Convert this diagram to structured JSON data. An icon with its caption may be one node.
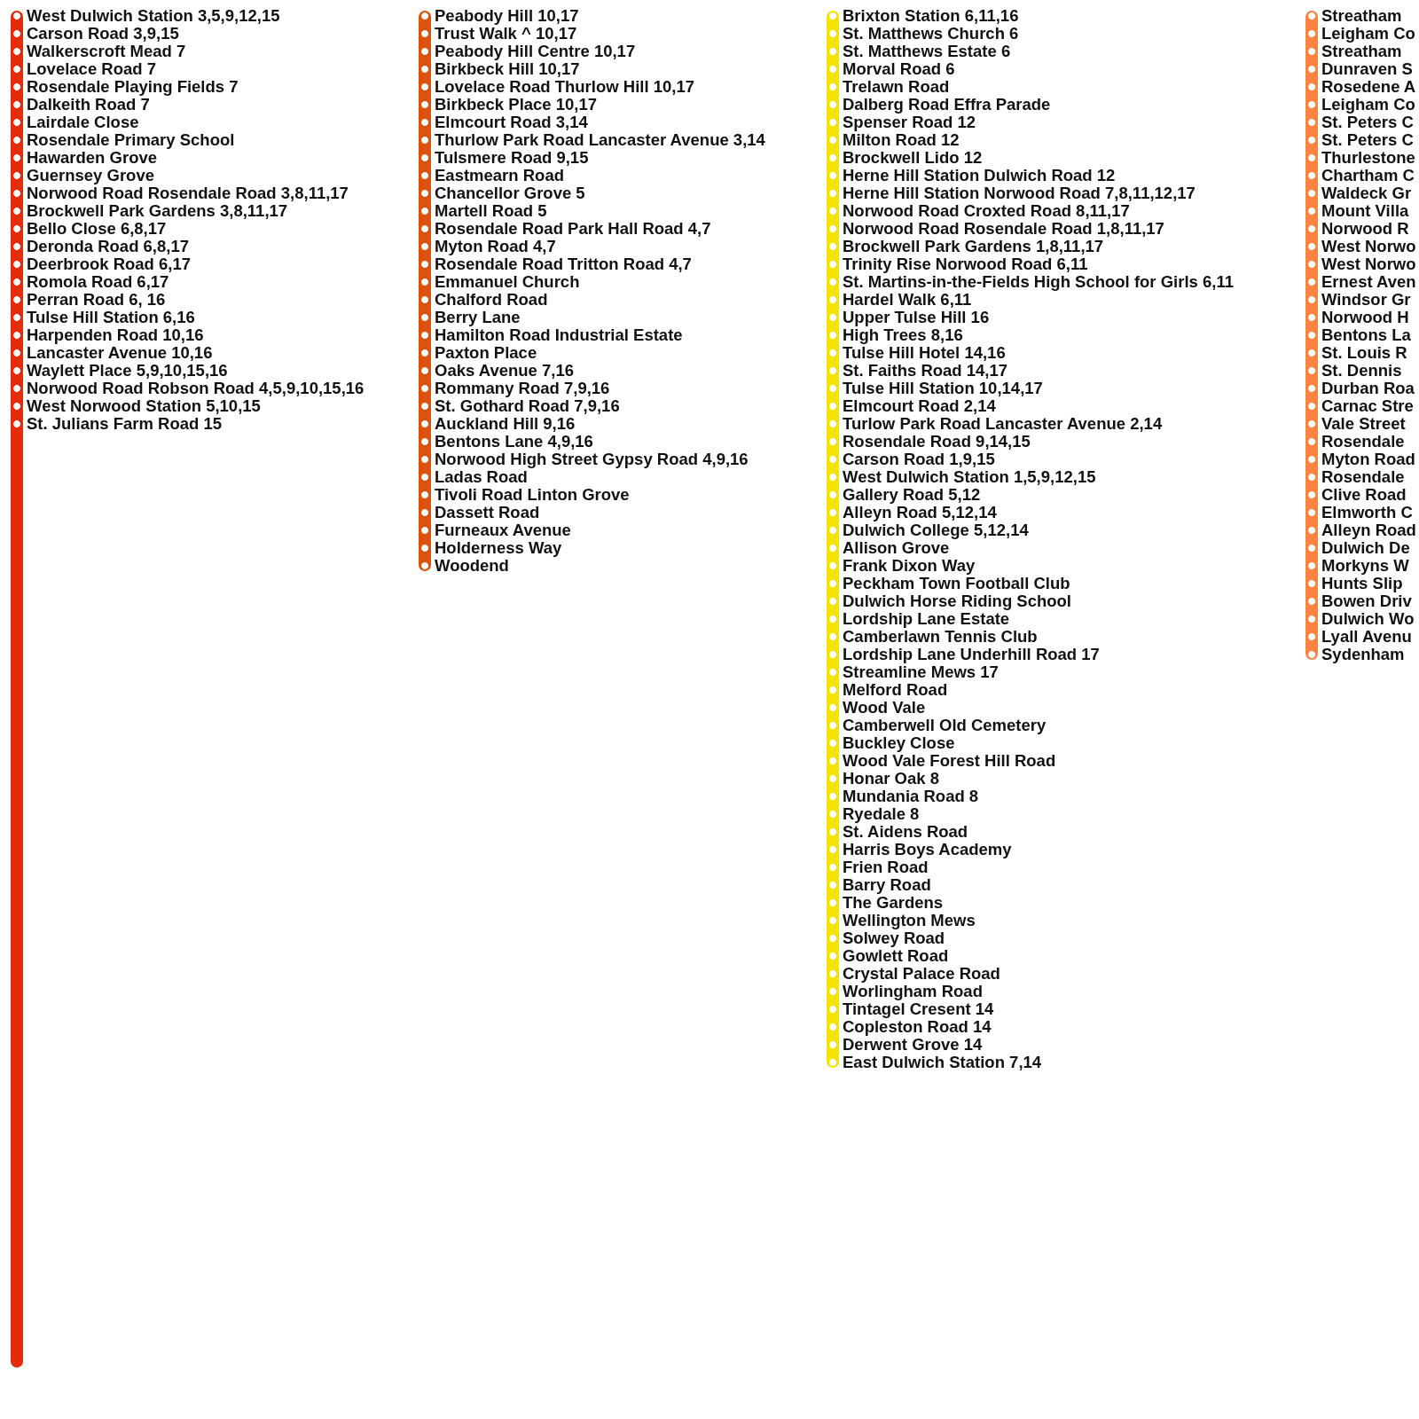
{
  "diagram": {
    "nodes": [
      {
        "text": [
          "West Dulwich Station 3,5,9,12,15"
        ]
      },
      {
        "text": [
          "Carson Road 3,9,15"
        ]
      },
      {
        "text": [
          "Walkerscroft Mead 7"
        ]
      },
      {
        "text": [
          "Lovelace Road 7"
        ]
      },
      {
        "text": [
          "Rosendale Playing Fields 7"
        ]
      },
      {
        "text": [
          "Dalkeith Road 7"
        ]
      },
      {
        "text": [
          "Lairdale Close"
        ]
      },
      {
        "text": [
          "Rosendale Primary School"
        ]
      },
      {
        "text": [
          "Hawarden Grove"
        ]
      },
      {
        "text": [
          "Guernsey Grove"
        ]
      },
      {
        "text": [
          "Norwood Road Rosendale Road 3,8,11,17"
        ]
      },
      {
        "text": [
          "Brockwell Park Gardens 3,8,11,17"
        ]
      },
      {
        "text": [
          "Bello Close 6,8,17"
        ]
      },
      {
        "text": [
          "Deronda Road 6,8,17"
        ]
      },
      {
        "text": [
          "Deerbrook Road 6,17"
        ]
      },
      {
        "text": [
          "Romola Road 6,17"
        ]
      },
      {
        "text": [
          "Perran Road 6, 16"
        ]
      },
      {
        "text": [
          "Tulse Hill Station 6,16"
        ]
      },
      {
        "text": [
          "Harpenden Road 10,16"
        ]
      },
      {
        "text": [
          "Lancaster Avenue 10,16"
        ]
      },
      {
        "text": [
          "Waylett Place 5,9,10,15,16"
        ]
      },
      {
        "text": [
          "Norwood Road Robson Road 4,5,9,10,15,16"
        ]
      },
      {
        "text": [
          "West Norwood Station 5,10,15"
        ]
      },
      {
        "text": [
          "St. Julians Farm Road 15"
        ]
      },
      {
        "text": [
          "Peabody Hill 10,17"
        ]
      },
      {
        "text": [
          "Trust Walk ^ 10,17"
        ]
      },
      {
        "text": [
          "Peabody Hill Centre 10,17"
        ]
      },
      {
        "text": [
          "Birkbeck Hill 10,17"
        ]
      },
      {
        "text": [
          "Lovelace Road Thurlow Hill 10,17"
        ]
      },
      {
        "text": [
          "Birkbeck Place 10,17"
        ]
      },
      {
        "text": [
          "Elmcourt Road 3,14"
        ]
      },
      {
        "text": [
          "Thurlow Park Road Lancaster Avenue 3,14"
        ]
      },
      {
        "text": [
          "Tulsmere Road 9,15"
        ]
      },
      {
        "text": [
          "Eastmearn Road"
        ]
      },
      {
        "text": [
          "Chancellor Grove 5"
        ]
      },
      {
        "text": [
          "Martell Road 5"
        ]
      },
      {
        "text": [
          "Rosendale Road Park Hall Road 4,7"
        ]
      },
      {
        "text": [
          "Myton Road 4,7"
        ]
      },
      {
        "text": [
          "Rosendale Road Tritton Road 4,7"
        ]
      },
      {
        "text": [
          "Emmanuel Church"
        ]
      },
      {
        "text": [
          "Chalford Road"
        ]
      },
      {
        "text": [
          "Berry Lane"
        ]
      },
      {
        "text": [
          "Hamilton Road Industrial Estate"
        ]
      },
      {
        "text": [
          "Paxton Place"
        ]
      },
      {
        "text": [
          "Oaks Avenue 7,16"
        ]
      },
      {
        "text": [
          "Rommany Road 7,9,16"
        ]
      },
      {
        "text": [
          "St. Gothard Road 7,9,16"
        ]
      },
      {
        "text": [
          "Auckland Hill 9,16"
        ]
      },
      {
        "text": [
          "Bentons Lane 4,9,16"
        ]
      },
      {
        "text": [
          "Norwood High Street Gypsy Road 4,9,16"
        ]
      },
      {
        "text": [
          "Ladas Road"
        ]
      },
      {
        "text": [
          "Tivoli Road Linton Grove"
        ]
      },
      {
        "text": [
          "Dassett Road"
        ]
      },
      {
        "text": [
          "Furneaux Avenue"
        ]
      },
      {
        "text": [
          "Holderness Way"
        ]
      },
      {
        "text": [
          "Woodend"
        ]
      },
      {
        "text": [
          "Brixton Station 6,11,16"
        ]
      },
      {
        "text": [
          "St. Matthews Church 6"
        ]
      },
      {
        "text": [
          "St. Matthews Estate 6"
        ]
      },
      {
        "text": [
          "Morval Road 6"
        ]
      },
      {
        "text": [
          "Trelawn Road"
        ]
      },
      {
        "text": [
          "Dalberg Road Effra Parade"
        ]
      },
      {
        "text": [
          "Spenser Road 12"
        ]
      },
      {
        "text": [
          "Milton Road 12"
        ]
      },
      {
        "text": [
          "Brockwell Lido 12"
        ]
      },
      {
        "text": [
          "Herne Hill Station Dulwich Road 12"
        ]
      },
      {
        "text": [
          "Herne Hill Station Norwood Road 7,8,11,12,17"
        ]
      },
      {
        "text": [
          "Norwood Road Croxted Road 8,11,17"
        ]
      },
      {
        "text": [
          "Norwood Road Rosendale Road 1,8,11,17"
        ]
      },
      {
        "text": [
          "Brockwell Park Gardens 1,8,11,17"
        ]
      },
      {
        "text": [
          "Trinity Rise Norwood Road 6,11"
        ]
      },
      {
        "text": [
          "St. Martins-in-the-Fields High School for Girls 6,11"
        ]
      },
      {
        "text": [
          "Hardel Walk 6,11"
        ]
      },
      {
        "text": [
          "Upper Tulse Hill 16"
        ]
      },
      {
        "text": [
          "High Trees 8,16"
        ]
      },
      {
        "text": [
          "Tulse Hill Hotel 14,16"
        ]
      },
      {
        "text": [
          "St. Faiths Road 14,17"
        ]
      },
      {
        "text": [
          "Tulse Hill Station 10,14,17"
        ]
      },
      {
        "text": [
          "Elmcourt Road 2,14"
        ]
      },
      {
        "text": [
          "Turlow Park Road Lancaster Avenue 2,14"
        ]
      },
      {
        "text": [
          "Rosendale Road 9,14,15"
        ]
      },
      {
        "text": [
          "Carson Road 1,9,15"
        ]
      },
      {
        "text": [
          "West Dulwich Station 1,5,9,12,15"
        ]
      },
      {
        "text": [
          "Gallery Road 5,12"
        ]
      },
      {
        "text": [
          "Alleyn Road 5,12,14"
        ]
      },
      {
        "text": [
          "Dulwich College 5,12,14"
        ]
      },
      {
        "text": [
          "Allison Grove"
        ]
      },
      {
        "text": [
          "Frank Dixon Way"
        ]
      },
      {
        "text": [
          "Peckham Town Football Club"
        ]
      },
      {
        "text": [
          "Dulwich Horse Riding School"
        ]
      },
      {
        "text": [
          "Lordship Lane Estate"
        ]
      },
      {
        "text": [
          "Camberlawn Tennis Club"
        ]
      },
      {
        "text": [
          "Lordship Lane Underhill Road 17"
        ]
      },
      {
        "text": [
          "Streamline Mews 17"
        ]
      },
      {
        "text": [
          "Melford Road"
        ]
      },
      {
        "text": [
          "Wood Vale"
        ]
      },
      {
        "text": [
          "Camberwell Old Cemetery"
        ]
      },
      {
        "text": [
          "Buckley Close"
        ]
      },
      {
        "text": [
          "Wood Vale Forest Hill Road"
        ]
      },
      {
        "text": [
          "Honar Oak 8"
        ]
      },
      {
        "text": [
          "Mundania Road 8"
        ]
      },
      {
        "text": [
          "Ryedale 8"
        ]
      },
      {
        "text": [
          "St. Aidens Road"
        ]
      },
      {
        "text": [
          "Harris Boys Academy"
        ]
      },
      {
        "text": [
          "Frien Road"
        ]
      },
      {
        "text": [
          "Barry Road"
        ]
      },
      {
        "text": [
          "The Gardens"
        ]
      },
      {
        "text": [
          "Wellington Mews"
        ]
      },
      {
        "text": [
          "Solwey Road"
        ]
      },
      {
        "text": [
          "Gowlett Road"
        ]
      },
      {
        "text": [
          "Crystal Palace Road"
        ]
      },
      {
        "text": [
          "Worlingham Road"
        ]
      },
      {
        "text": [
          "Tintagel Cresent 14"
        ]
      },
      {
        "text": [
          "Copleston Road 14"
        ]
      },
      {
        "text": [
          "Derwent Grove 14"
        ]
      },
      {
        "text": [
          "East Dulwich Station 7,14"
        ]
      },
      {
        "text": [
          "Streatham"
        ]
      },
      {
        "text": [
          "Leigham Co"
        ]
      },
      {
        "text": [
          "Streatham"
        ]
      },
      {
        "text": [
          "Dunraven S"
        ]
      },
      {
        "text": [
          "Rosedene A"
        ]
      },
      {
        "text": [
          "Leigham Co"
        ]
      },
      {
        "text": [
          "St. Peters C"
        ]
      },
      {
        "text": [
          "St. Peters C"
        ]
      },
      {
        "text": [
          "Thurlestone"
        ]
      },
      {
        "text": [
          "Chartham C"
        ]
      },
      {
        "text": [
          "Waldeck Gr"
        ]
      },
      {
        "text": [
          "Mount Villa"
        ]
      },
      {
        "text": [
          "Norwood R"
        ]
      },
      {
        "text": [
          "West Norwo"
        ]
      },
      {
        "text": [
          "West Norwo"
        ]
      },
      {
        "text": [
          "Ernest Aven"
        ]
      },
      {
        "text": [
          "Windsor Gr"
        ]
      },
      {
        "text": [
          "Norwood H"
        ]
      },
      {
        "text": [
          "Bentons La"
        ]
      },
      {
        "text": [
          "St. Louis R"
        ]
      },
      {
        "text": [
          "St. Dennis"
        ]
      },
      {
        "text": [
          "Durban Roa"
        ]
      },
      {
        "text": [
          "Carnac Stre"
        ]
      },
      {
        "text": [
          "Vale Street"
        ]
      },
      {
        "text": [
          "Rosendale"
        ]
      },
      {
        "text": [
          "Myton Road"
        ]
      },
      {
        "text": [
          "Rosendale"
        ]
      },
      {
        "text": [
          "Clive Road"
        ]
      },
      {
        "text": [
          "Elmworth C"
        ]
      },
      {
        "text": [
          "Alleyn Road"
        ]
      },
      {
        "text": [
          "Dulwich De"
        ]
      },
      {
        "text": [
          "Morkyns W"
        ]
      },
      {
        "text": [
          "Hunts Slip"
        ]
      },
      {
        "text": [
          "Bowen Driv"
        ]
      },
      {
        "text": [
          "Dulwich Wo"
        ]
      },
      {
        "text": [
          "Lyall Avenu"
        ]
      },
      {
        "text": [
          "Sydenham"
        ]
      }
    ],
    "edges": [
      {
        "from": 0,
        "to": 1,
        "arrow": "none",
        "color": "#e52b0c"
      },
      {
        "from": 1,
        "to": 2,
        "arrow": "none",
        "color": "#e52b0c"
      },
      {
        "from": 2,
        "to": 3,
        "arrow": "none",
        "color": "#e52b0c"
      },
      {
        "from": 3,
        "to": 4,
        "arrow": "none",
        "color": "#e52b0c"
      },
      {
        "from": 4,
        "to": 5,
        "arrow": "none",
        "color": "#e52b0c"
      },
      {
        "from": 5,
        "to": 6,
        "arrow": "none",
        "color": "#e52b0c"
      },
      {
        "from": 6,
        "to": 7,
        "arrow": "none",
        "color": "#e52b0c"
      },
      {
        "from": 7,
        "to": 8,
        "arrow": "none",
        "color": "#e52b0c"
      },
      {
        "from": 8,
        "to": 9,
        "arrow": "none",
        "color": "#e52b0c"
      },
      {
        "from": 9,
        "to": 10,
        "arrow": "none",
        "color": "#e52b0c"
      },
      {
        "from": 10,
        "to": 11,
        "arrow": "none",
        "color": "#e52b0c"
      },
      {
        "from": 11,
        "to": 12,
        "arrow": "none",
        "color": "#e52b0c"
      },
      {
        "from": 12,
        "to": 13,
        "arrow": "none",
        "color": "#e52b0c"
      },
      {
        "from": 13,
        "to": 14,
        "arrow": "none",
        "color": "#e52b0c"
      },
      {
        "from": 14,
        "to": 15,
        "arrow": "none",
        "color": "#e52b0c"
      },
      {
        "from": 15,
        "to": 16,
        "arrow": "none",
        "color": "#e52b0c"
      },
      {
        "from": 16,
        "to": 17,
        "arrow": "none",
        "color": "#e52b0c"
      },
      {
        "from": 17,
        "to": 18,
        "arrow": "none",
        "color": "#e52b0c"
      },
      {
        "from": 18,
        "to": 19,
        "arrow": "none",
        "color": "#e52b0c"
      },
      {
        "from": 19,
        "to": 20,
        "arrow": "none",
        "color": "#e52b0c"
      },
      {
        "from": 20,
        "to": 21,
        "arrow": "none",
        "color": "#e52b0c"
      },
      {
        "from": 21,
        "to": 22,
        "arrow": "none",
        "color": "#e52b0c"
      },
      {
        "from": 22,
        "to": 23,
        "arrow": "none",
        "color": "#e52b0c"
      },
      {
        "from": 24,
        "to": 25,
        "arrow": "none",
        "color": "#db530e"
      },
      {
        "from": 25,
        "to": 26,
        "arrow": "none",
        "color": "#db530e"
      },
      {
        "from": 26,
        "to": 27,
        "arrow": "none",
        "color": "#db530e"
      },
      {
        "from": 27,
        "to": 28,
        "arrow": "none",
        "color": "#db530e"
      },
      {
        "from": 28,
        "to": 29,
        "arrow": "none",
        "color": "#db530e"
      },
      {
        "from": 29,
        "to": 30,
        "arrow": "none",
        "color": "#db530e"
      },
      {
        "from": 30,
        "to": 31,
        "arrow": "none",
        "color": "#db530e"
      },
      {
        "from": 31,
        "to": 32,
        "arrow": "none",
        "color": "#db530e"
      },
      {
        "from": 32,
        "to": 33,
        "arrow": "none",
        "color": "#db530e"
      },
      {
        "from": 33,
        "to": 34,
        "arrow": "none",
        "color": "#db530e"
      },
      {
        "from": 34,
        "to": 35,
        "arrow": "none",
        "color": "#db530e"
      },
      {
        "from": 35,
        "to": 36,
        "arrow": "none",
        "color": "#db530e"
      },
      {
        "from": 36,
        "to": 37,
        "arrow": "none",
        "color": "#db530e"
      },
      {
        "from": 37,
        "to": 38,
        "arrow": "none",
        "color": "#db530e"
      },
      {
        "from": 38,
        "to": 39,
        "arrow": "none",
        "color": "#db530e"
      },
      {
        "from": 39,
        "to": 40,
        "arrow": "none",
        "color": "#db530e"
      },
      {
        "from": 40,
        "to": 41,
        "arrow": "none",
        "color": "#db530e"
      },
      {
        "from": 41,
        "to": 42,
        "arrow": "none",
        "color": "#db530e"
      },
      {
        "from": 42,
        "to": 43,
        "arrow": "none",
        "color": "#db530e"
      },
      {
        "from": 43,
        "to": 44,
        "arrow": "none",
        "color": "#db530e"
      },
      {
        "from": 44,
        "to": 45,
        "arrow": "none",
        "color": "#db530e"
      },
      {
        "from": 45,
        "to": 46,
        "arrow": "none",
        "color": "#db530e"
      },
      {
        "from": 46,
        "to": 47,
        "arrow": "none",
        "color": "#db530e"
      },
      {
        "from": 47,
        "to": 48,
        "arrow": "none",
        "color": "#db530e"
      },
      {
        "from": 48,
        "to": 49,
        "arrow": "none",
        "color": "#db530e"
      },
      {
        "from": 49,
        "to": 50,
        "arrow": "none",
        "color": "#db530e"
      },
      {
        "from": 50,
        "to": 51,
        "arrow": "none",
        "color": "#db530e"
      },
      {
        "from": 51,
        "to": 52,
        "arrow": "none",
        "color": "#db530e"
      },
      {
        "from": 52,
        "to": 53,
        "arrow": "none",
        "color": "#db530e"
      },
      {
        "from": 53,
        "to": 54,
        "arrow": "none",
        "color": "#db530e"
      },
      {
        "from": 54,
        "to": 55,
        "arrow": "none",
        "color": "#db530e"
      },
      {
        "from": 56,
        "to": 57,
        "arrow": "none",
        "color": "#f4e500"
      },
      {
        "from": 57,
        "to": 58,
        "arrow": "none",
        "color": "#f4e500"
      },
      {
        "from": 58,
        "to": 59,
        "arrow": "none",
        "color": "#f4e500"
      },
      {
        "from": 59,
        "to": 60,
        "arrow": "none",
        "color": "#f4e500"
      },
      {
        "from": 60,
        "to": 61,
        "arrow": "none",
        "color": "#f4e500"
      },
      {
        "from": 61,
        "to": 62,
        "arrow": "none",
        "color": "#f4e500"
      },
      {
        "from": 62,
        "to": 63,
        "arrow": "none",
        "color": "#f4e500"
      },
      {
        "from": 63,
        "to": 64,
        "arrow": "none",
        "color": "#f4e500"
      },
      {
        "from": 64,
        "to": 65,
        "arrow": "none",
        "color": "#f4e500"
      },
      {
        "from": 65,
        "to": 66,
        "arrow": "none",
        "color": "#f4e500"
      },
      {
        "from": 66,
        "to": 67,
        "arrow": "none",
        "color": "#f4e500"
      },
      {
        "from": 67,
        "to": 68,
        "arrow": "none",
        "color": "#f4e500"
      },
      {
        "from": 68,
        "to": 69,
        "arrow": "none",
        "color": "#f4e500"
      },
      {
        "from": 69,
        "to": 70,
        "arrow": "none",
        "color": "#f4e500"
      },
      {
        "from": 70,
        "to": 71,
        "arrow": "none",
        "color": "#f4e500"
      },
      {
        "from": 71,
        "to": 72,
        "arrow": "none",
        "color": "#f4e500"
      },
      {
        "from": 72,
        "to": 73,
        "arrow": "none",
        "color": "#f4e500"
      },
      {
        "from": 73,
        "to": 74,
        "arrow": "none",
        "color": "#f4e500"
      },
      {
        "from": 74,
        "to": 75,
        "arrow": "none",
        "color": "#f4e500"
      },
      {
        "from": 75,
        "to": 76,
        "arrow": "none",
        "color": "#f4e500"
      },
      {
        "from": 76,
        "to": 77,
        "arrow": "none",
        "color": "#f4e500"
      },
      {
        "from": 77,
        "to": 78,
        "arrow": "none",
        "color": "#f4e500"
      },
      {
        "from": 78,
        "to": 79,
        "arrow": "none",
        "color": "#f4e500"
      },
      {
        "from": 79,
        "to": 80,
        "arrow": "none",
        "color": "#f4e500"
      },
      {
        "from": 80,
        "to": 81,
        "arrow": "none",
        "color": "#f4e500"
      },
      {
        "from": 81,
        "to": 82,
        "arrow": "none",
        "color": "#f4e500"
      },
      {
        "from": 82,
        "to": 83,
        "arrow": "none",
        "color": "#f4e500"
      },
      {
        "from": 83,
        "to": 84,
        "arrow": "none",
        "color": "#f4e500"
      },
      {
        "from": 84,
        "to": 85,
        "arrow": "none",
        "color": "#f4e500"
      },
      {
        "from": 85,
        "to": 86,
        "arrow": "none",
        "color": "#f4e500"
      },
      {
        "from": 86,
        "to": 87,
        "arrow": "none",
        "color": "#f4e500"
      },
      {
        "from": 87,
        "to": 88,
        "arrow": "none",
        "color": "#f4e500"
      },
      {
        "from": 88,
        "to": 89,
        "arrow": "none",
        "color": "#f4e500"
      },
      {
        "from": 89,
        "to": 90,
        "arrow": "none",
        "color": "#f4e500"
      },
      {
        "from": 90,
        "to": 91,
        "arrow": "none",
        "color": "#f4e500"
      },
      {
        "from": 91,
        "to": 92,
        "arrow": "none",
        "color": "#f4e500"
      },
      {
        "from": 92,
        "to": 93,
        "arrow": "none",
        "color": "#f4e500"
      },
      {
        "from": 93,
        "to": 94,
        "arrow": "none",
        "color": "#f4e500"
      },
      {
        "from": 94,
        "to": 95,
        "arrow": "none",
        "color": "#f4e500"
      },
      {
        "from": 95,
        "to": 96,
        "arrow": "none",
        "color": "#f4e500"
      },
      {
        "from": 96,
        "to": 97,
        "arrow": "none",
        "color": "#f4e500"
      },
      {
        "from": 97,
        "to": 98,
        "arrow": "none",
        "color": "#f4e500"
      },
      {
        "from": 98,
        "to": 99,
        "arrow": "none",
        "color": "#f4e500"
      },
      {
        "from": 99,
        "to": 100,
        "arrow": "none",
        "color": "#f4e500"
      },
      {
        "from": 100,
        "to": 101,
        "arrow": "none",
        "color": "#f4e500"
      },
      {
        "from": 101,
        "to": 102,
        "arrow": "none",
        "color": "#f4e500"
      },
      {
        "from": 102,
        "to": 103,
        "arrow": "none",
        "color": "#f4e500"
      },
      {
        "from": 103,
        "to": 104,
        "arrow": "none",
        "color": "#f4e500"
      },
      {
        "from": 104,
        "to": 105,
        "arrow": "none",
        "color": "#f4e500"
      },
      {
        "from": 105,
        "to": 106,
        "arrow": "none",
        "color": "#f4e500"
      },
      {
        "from": 106,
        "to": 107,
        "arrow": "none",
        "color": "#f4e500"
      },
      {
        "from": 107,
        "to": 108,
        "arrow": "none",
        "color": "#f4e500"
      },
      {
        "from": 108,
        "to": 109,
        "arrow": "none",
        "color": "#f4e500"
      },
      {
        "from": 109,
        "to": 110,
        "arrow": "none",
        "color": "#f4e500"
      },
      {
        "from": 110,
        "to": 111,
        "arrow": "none",
        "color": "#f4e500"
      },
      {
        "from": 111,
        "to": 112,
        "arrow": "none",
        "color": "#f4e500"
      },
      {
        "from": 112,
        "to": 113,
        "arrow": "none",
        "color": "#f4e500"
      },
      {
        "from": 113,
        "to": 114,
        "arrow": "none",
        "color": "#f4e500"
      },
      {
        "from": 114,
        "to": 115,
        "arrow": "none",
        "color": "#f4e500"
      },
      {
        "from": 116,
        "to": 117,
        "arrow": "none",
        "color": "#ff8442"
      },
      {
        "from": 117,
        "to": 118,
        "arrow": "none",
        "color": "#ff8442"
      },
      {
        "from": 118,
        "to": 119,
        "arrow": "none",
        "color": "#ff8442"
      },
      {
        "from": 119,
        "to": 120,
        "arrow": "none",
        "color": "#ff8442"
      },
      {
        "from": 120,
        "to": 121,
        "arrow": "none",
        "color": "#ff8442"
      },
      {
        "from": 121,
        "to": 122,
        "arrow": "none",
        "color": "#ff8442"
      },
      {
        "from": 122,
        "to": 123,
        "arrow": "none",
        "color": "#ff8442"
      },
      {
        "from": 123,
        "to": 124,
        "arrow": "none",
        "color": "#ff8442"
      },
      {
        "from": 124,
        "to": 125,
        "arrow": "none",
        "color": "#ff8442"
      },
      {
        "from": 125,
        "to": 126,
        "arrow": "none",
        "color": "#ff8442"
      },
      {
        "from": 126,
        "to": 127,
        "arrow": "none",
        "color": "#ff8442"
      },
      {
        "from": 127,
        "to": 128,
        "arrow": "none",
        "color": "#ff8442"
      },
      {
        "from": 128,
        "to": 129,
        "arrow": "none",
        "color": "#ff8442"
      },
      {
        "from": 129,
        "to": 130,
        "arrow": "none",
        "color": "#ff8442"
      },
      {
        "from": 130,
        "to": 131,
        "arrow": "none",
        "color": "#ff8442"
      },
      {
        "from": 131,
        "to": 132,
        "arrow": "none",
        "color": "#ff8442"
      },
      {
        "from": 132,
        "to": 133,
        "arrow": "none",
        "color": "#ff8442"
      },
      {
        "from": 133,
        "to": 134,
        "arrow": "none",
        "color": "#ff8442"
      },
      {
        "from": 134,
        "to": 135,
        "arrow": "none",
        "color": "#ff8442"
      },
      {
        "from": 135,
        "to": 136,
        "arrow": "none",
        "color": "#ff8442"
      },
      {
        "from": 136,
        "to": 137,
        "arrow": "none",
        "color": "#ff8442"
      },
      {
        "from": 137,
        "to": 138,
        "arrow": "none",
        "color": "#ff8442"
      },
      {
        "from": 138,
        "to": 139,
        "arrow": "none",
        "color": "#ff8442"
      },
      {
        "from": 139,
        "to": 140,
        "arrow": "none",
        "color": "#ff8442"
      },
      {
        "from": 140,
        "to": 141,
        "arrow": "none",
        "color": "#ff8442"
      },
      {
        "from": 141,
        "to": 142,
        "arrow": "none",
        "color": "#ff8442"
      },
      {
        "from": 142,
        "to": 143,
        "arrow": "none",
        "color": "#ff8442"
      },
      {
        "from": 143,
        "to": 144,
        "arrow": "none",
        "color": "#ff8442"
      },
      {
        "from": 144,
        "to": 145,
        "arrow": "none",
        "color": "#ff8442"
      },
      {
        "from": 145,
        "to": 146,
        "arrow": "none",
        "color": "#ff8442"
      },
      {
        "from": 146,
        "to": 147,
        "arrow": "none",
        "color": "#ff8442"
      },
      {
        "from": 147,
        "to": 148,
        "arrow": "none",
        "color": "#ff8442"
      },
      {
        "from": 148,
        "to": 149,
        "arrow": "none",
        "color": "#ff8442"
      },
      {
        "from": 149,
        "to": 150,
        "arrow": "none",
        "color": "#ff8442"
      },
      {
        "from": 150,
        "to": 151,
        "arrow": "none",
        "color": "#ff8442"
      },
      {
        "from": 151,
        "to": 152,
        "arrow": "none",
        "color": "#ff8442"
      }
    ]
  }
}
